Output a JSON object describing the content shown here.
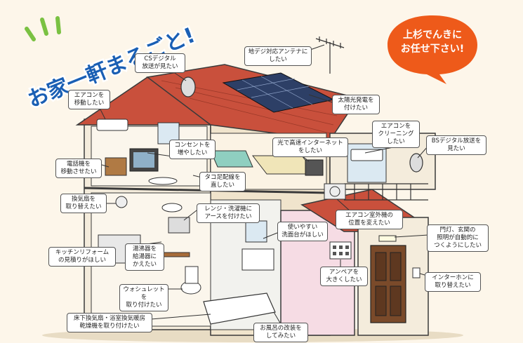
{
  "headline": "お家一軒まるごと!",
  "badge": {
    "text": "上杉でんきに\nお任せ下さい!",
    "color": "#ee5a1a"
  },
  "colors": {
    "roof": "#c9503c",
    "wall": "#f4ecdc",
    "pink_wall": "#f6dce4",
    "outline": "#3a3a3a",
    "headline_blue": "#1a5fb4",
    "accent_green": "#7ac142"
  },
  "callouts": [
    {
      "id": "antenna",
      "text": "地デジ対応アンテナに\nしたい"
    },
    {
      "id": "cs",
      "text": "CSデジタル\n放送が見たい"
    },
    {
      "id": "aircon-move",
      "text": "エアコンを\n移動したい"
    },
    {
      "id": "solar",
      "text": "太陽光発電を\n付けたい"
    },
    {
      "id": "outlet",
      "text": "コンセントを\n増やしたい"
    },
    {
      "id": "fiber",
      "text": "光で高速インターネット\nをしたい"
    },
    {
      "id": "aircon-clean",
      "text": "エアコンを\nクリーニング\nしたい"
    },
    {
      "id": "bs",
      "text": "BSデジタル放送を\n見たい"
    },
    {
      "id": "phone",
      "text": "電話機を\n移動させたい"
    },
    {
      "id": "octopus",
      "text": "タコ足配線を\n直したい"
    },
    {
      "id": "fan",
      "text": "換気扇を\n取り替えたい"
    },
    {
      "id": "range",
      "text": "レンジ・洗濯機に\nアースを付けたい"
    },
    {
      "id": "outdoor-unit",
      "text": "エアコン室外機の\n位置を変えたい"
    },
    {
      "id": "washbasin",
      "text": "使いやすい\n洗面台がほしい"
    },
    {
      "id": "light",
      "text": "門灯、玄関の\n照明が自動的に\nつくようにしたい"
    },
    {
      "id": "kitchen",
      "text": "キッチンリフォーム\nの見積りがほしい"
    },
    {
      "id": "heater",
      "text": "湯沸器を\n給湯器に\nかえたい"
    },
    {
      "id": "ampere",
      "text": "アンペアを\n大きくしたい"
    },
    {
      "id": "intercom",
      "text": "インターホンに\n取り替えたい"
    },
    {
      "id": "washlet",
      "text": "ウォシュレットを\n取り付けたい"
    },
    {
      "id": "bath-fan",
      "text": "床下換気扇・浴室換気暖房\n乾燥機を取り付けたい"
    },
    {
      "id": "bath",
      "text": "お風呂の改装を\nしてみたい"
    }
  ]
}
